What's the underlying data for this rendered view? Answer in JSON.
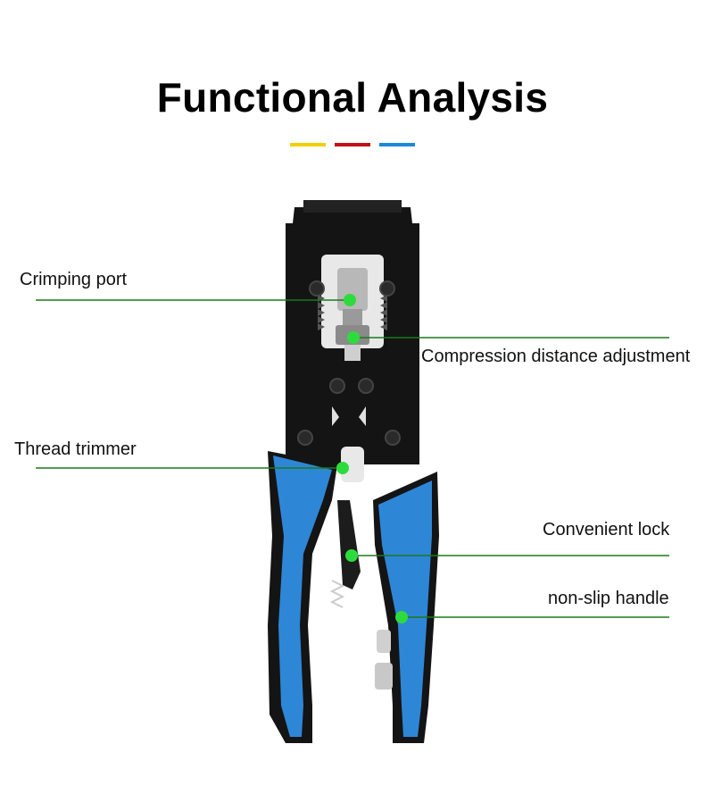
{
  "title": "Functional Analysis",
  "accent_colors": [
    "#f0d000",
    "#c0101a",
    "#1a8ad8"
  ],
  "callouts": [
    {
      "label": "Crimping port"
    },
    {
      "label": "Compression distance adjustment"
    },
    {
      "label": "Thread trimmer"
    },
    {
      "label": "Convenient lock"
    },
    {
      "label": "non-slip handle"
    }
  ],
  "colors": {
    "handle_blue": "#2e86d6",
    "tool_black": "#141414",
    "leader_green": "#1a7a1a",
    "dot_green": "#2ddc3c"
  }
}
